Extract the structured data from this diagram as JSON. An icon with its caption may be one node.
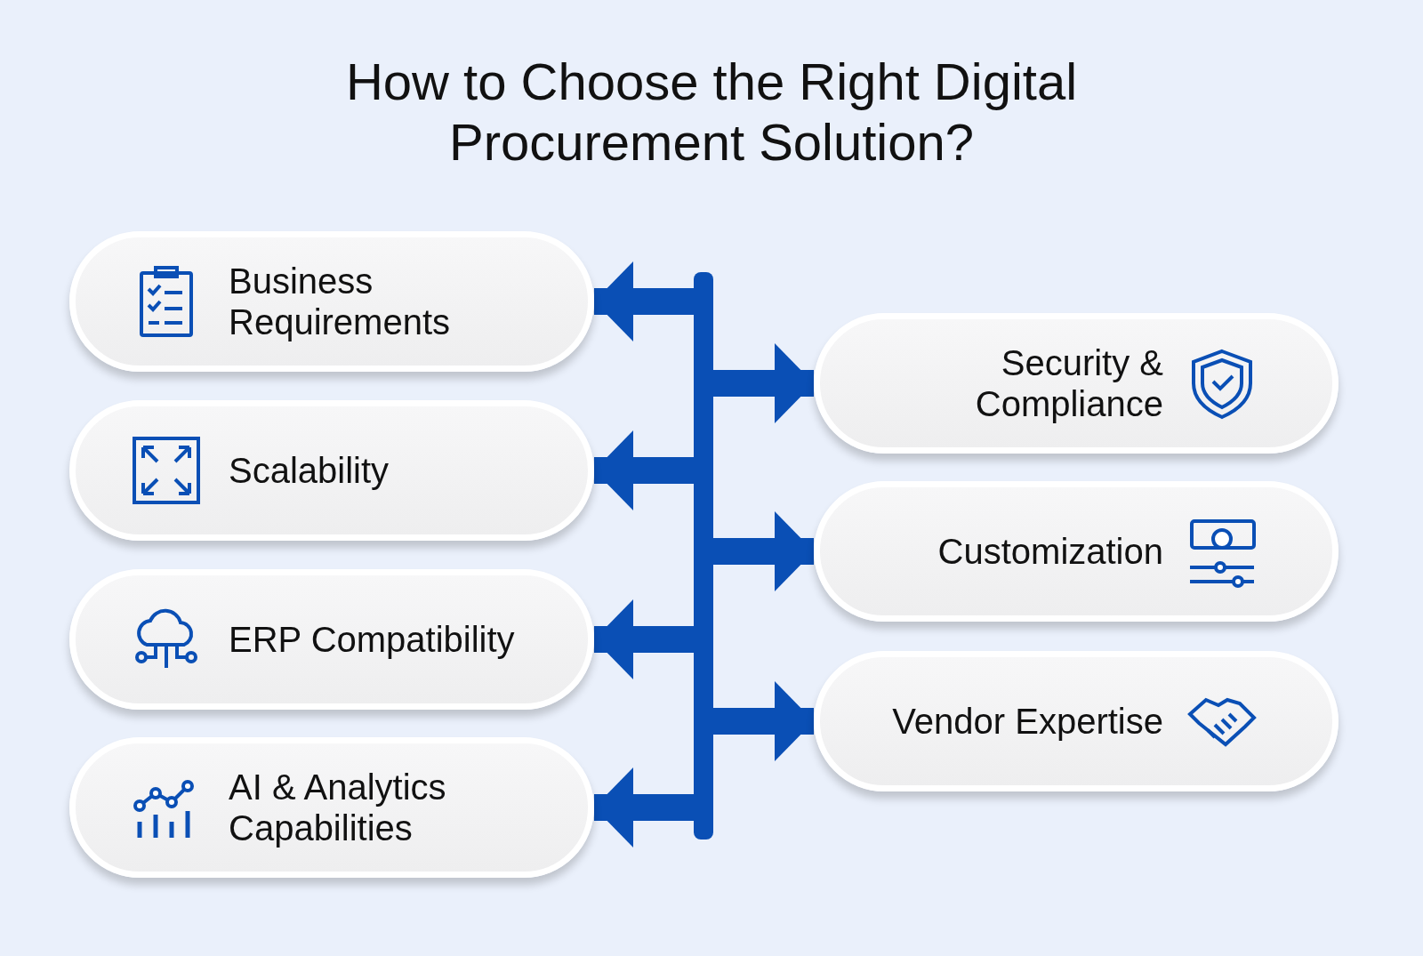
{
  "diagram": {
    "title": "How to Choose the Right Digital Procurement Solution?",
    "nodes": [
      {
        "text": [
          "Business Requirements"
        ]
      },
      {
        "text": [
          "Security & Compliance"
        ]
      },
      {
        "text": [
          "Scalability"
        ]
      },
      {
        "text": [
          "Customization"
        ]
      },
      {
        "text": [
          "ERP Compatibility"
        ]
      },
      {
        "text": [
          "Vendor Expertise"
        ]
      },
      {
        "text": [
          "AI & Analytics Capabilities"
        ]
      },
      {
        "text": [],
        "shape": "bar"
      }
    ],
    "edges": [
      {
        "from": 7,
        "to": 0,
        "arrow": "to"
      },
      {
        "from": 7,
        "to": 1,
        "arrow": "to"
      },
      {
        "from": 7,
        "to": 2,
        "arrow": "to"
      },
      {
        "from": 7,
        "to": 3,
        "arrow": "to"
      },
      {
        "from": 7,
        "to": 4,
        "arrow": "to"
      },
      {
        "from": 7,
        "to": 5,
        "arrow": "to"
      },
      {
        "from": 7,
        "to": 6,
        "arrow": "to"
      }
    ]
  }
}
